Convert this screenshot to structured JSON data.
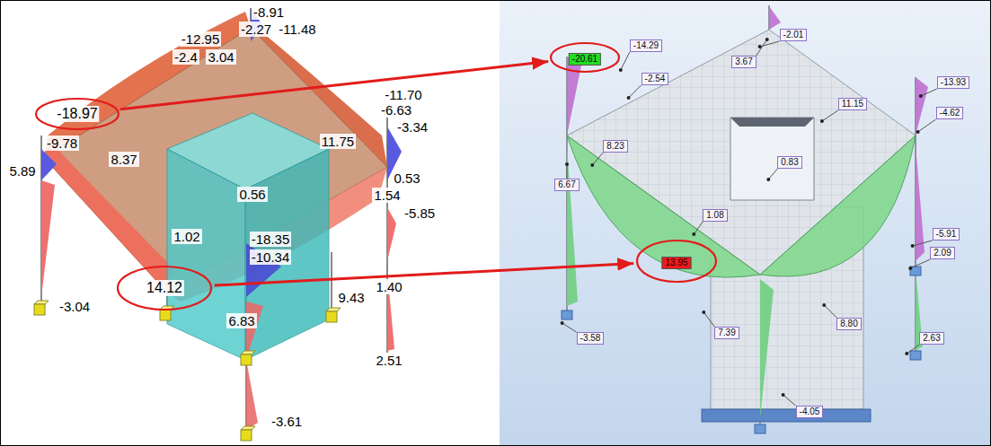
{
  "diagram": {
    "nodes": [
      {
        "text": [
          "-18.97"
        ]
      },
      {
        "text": [
          "-20.61"
        ]
      },
      {
        "text": [
          "14.12"
        ]
      },
      {
        "text": [
          "13.95"
        ]
      }
    ],
    "edges": [
      {
        "from": 0,
        "to": 1,
        "arrow": "to"
      },
      {
        "from": 2,
        "to": 3,
        "arrow": "to"
      }
    ],
    "labels": [
      "-8.91",
      "-2.27",
      "-11.48",
      "-12.95",
      "-2.4",
      "3.04",
      "-11.70",
      "-6.63",
      "-3.34",
      "-9.78",
      "8.37",
      "11.75",
      "5.89",
      "0.56",
      "0.53",
      "1.54",
      "-5.85",
      "1.02",
      "-18.35",
      "-10.34",
      "1.40",
      "-3.04",
      "9.43",
      "6.83",
      "2.51",
      "-3.61",
      "-14.29",
      "-2.01",
      "3.67",
      "-2.54",
      "-13.93",
      "11.15",
      "-4.62",
      "8.23",
      "6.67",
      "0.83",
      "-5.91",
      "1.08",
      "2.09",
      "-3.58",
      "8.80",
      "7.39",
      "2.63",
      "-4.05"
    ]
  }
}
